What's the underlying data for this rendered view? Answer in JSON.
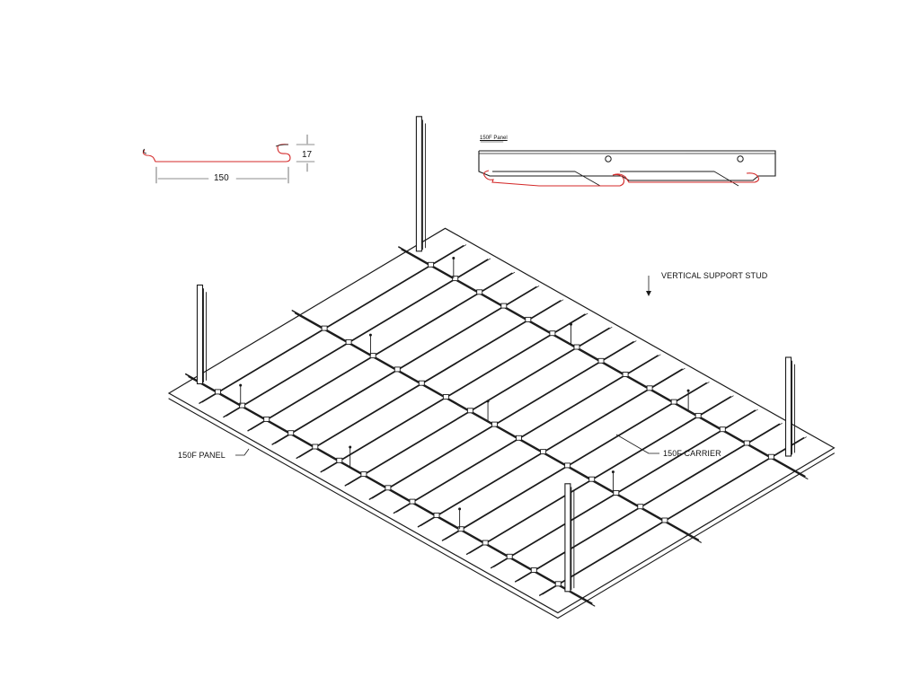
{
  "profile_detail": {
    "width_dimension": "150",
    "height_dimension": "17"
  },
  "carrier_detail": {
    "caption": "150F Panel"
  },
  "callouts": {
    "support_stud": "VERTICAL SUPPORT STUD",
    "panel": "150F PANEL",
    "carrier": "150F CARRIER"
  },
  "colors": {
    "line": "#1a1a1a",
    "panel_profile": "#d42a2a",
    "background": "#ffffff"
  }
}
